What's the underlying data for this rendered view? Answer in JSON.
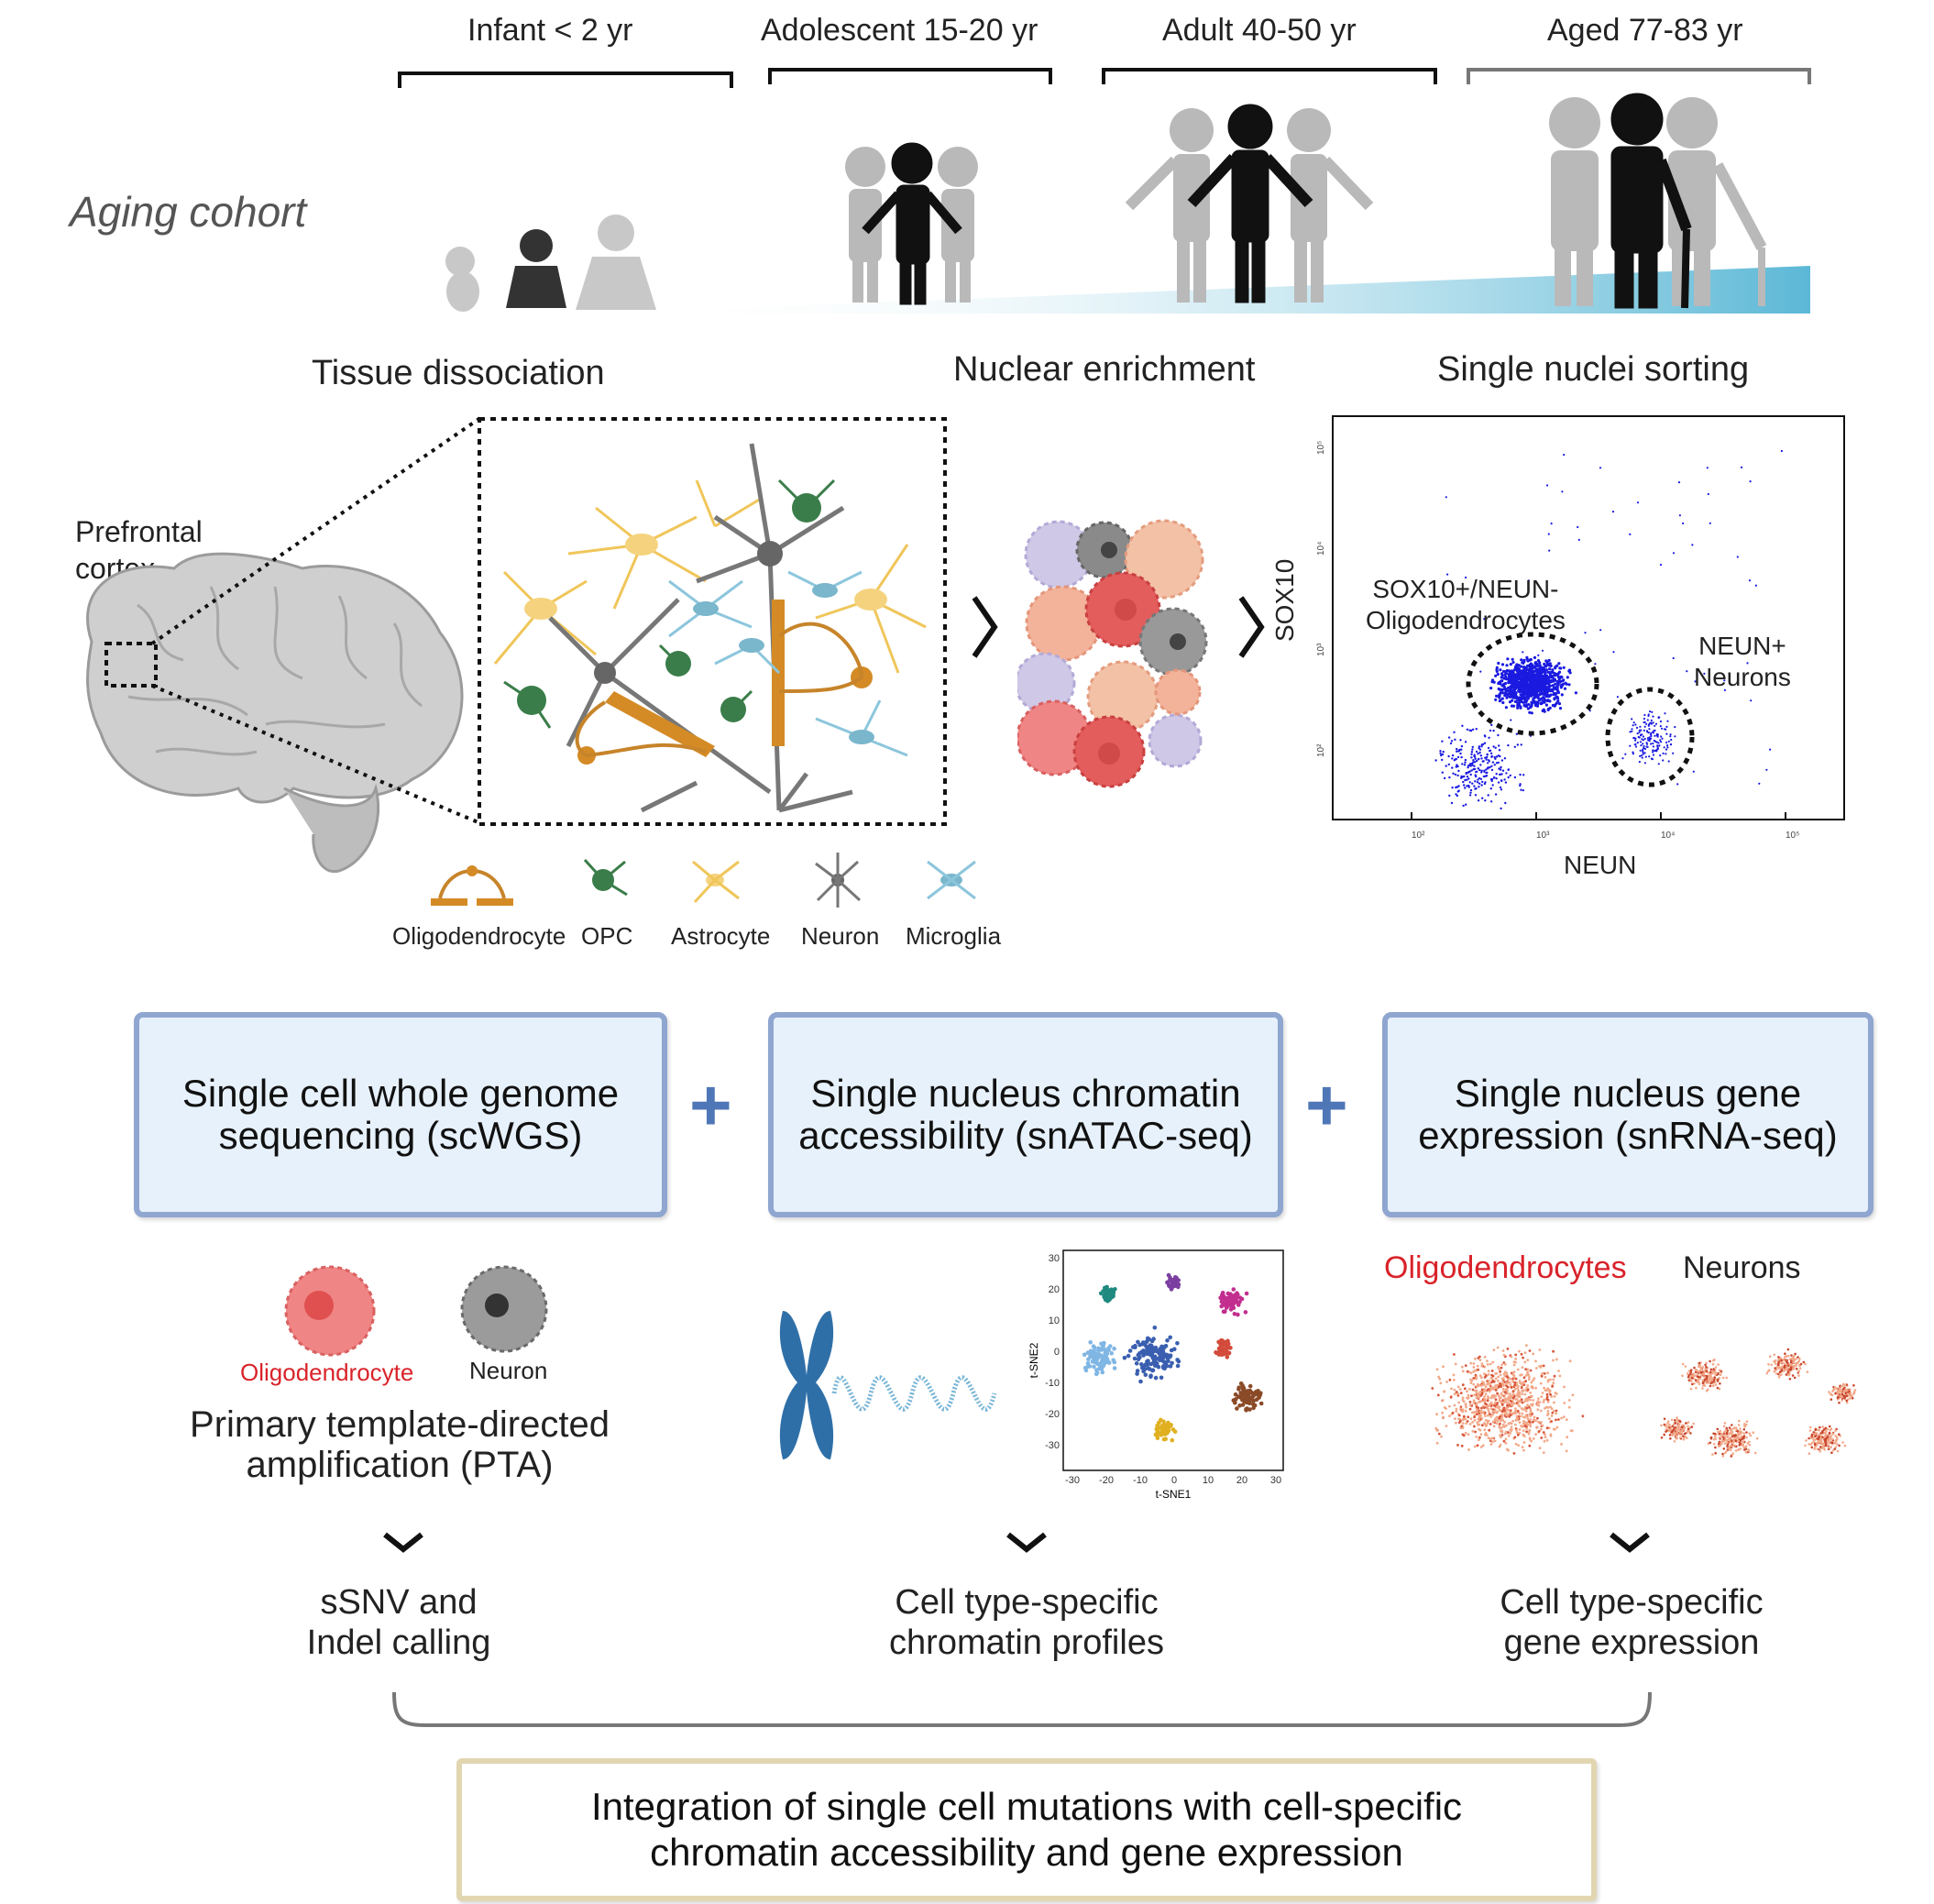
{
  "cohort": {
    "title": "Aging cohort",
    "groups": [
      {
        "label": "Infant < 2 yr"
      },
      {
        "label": "Adolescent  15-20 yr"
      },
      {
        "label": "Adult  40-50 yr"
      },
      {
        "label": "Aged 77-83 yr"
      }
    ]
  },
  "steps": {
    "tissue": "Tissue dissociation",
    "nuclear": "Nuclear enrichment",
    "sorting": "Single nuclei sorting"
  },
  "brain": {
    "label_line1": "Prefrontal",
    "label_line2": "cortex"
  },
  "cell_legend": [
    "Oligodendrocyte",
    "OPC",
    "Astrocyte",
    "Neuron",
    "Microglia"
  ],
  "flow_plot": {
    "y_label": "SOX10",
    "x_label": "NEUN",
    "gate1_line1": "SOX10+/NEUN-",
    "gate1_line2": "Oligodendrocytes",
    "gate2_line1": "NEUN+",
    "gate2_line2": "Neurons"
  },
  "boxes": [
    {
      "line1": "Single cell whole genome",
      "line2": "sequencing (scWGS)"
    },
    {
      "line1": "Single nucleus chromatin",
      "line2": "accessibility (snATAC-seq)"
    },
    {
      "line1": "Single nucleus gene",
      "line2": "expression (snRNA-seq)"
    }
  ],
  "plus_sign": "+",
  "scwgs": {
    "cell1": "Oligodendrocyte",
    "cell2": "Neuron",
    "method_line1": "Primary template-directed",
    "method_line2": "amplification (PTA)"
  },
  "tsne": {
    "x_label": "t-SNE1",
    "y_label": "t-SNE2",
    "y_ticks": [
      "30",
      "20",
      "10",
      "0",
      "-10",
      "-20",
      "-30"
    ],
    "x_ticks": [
      "-30",
      "-20",
      "-10",
      "0",
      "10",
      "20",
      "30"
    ]
  },
  "rna": {
    "label1": "Oligodendrocytes",
    "label2": "Neurons"
  },
  "outputs": [
    {
      "line1": "sSNV and",
      "line2": "Indel calling"
    },
    {
      "line1": "Cell type-specific",
      "line2": "chromatin profiles"
    },
    {
      "line1": "Cell type-specific",
      "line2": "gene expression"
    }
  ],
  "final": {
    "line1": "Integration of single cell mutations with cell-specific",
    "line2": "chromatin accessibility and gene expression"
  },
  "colors": {
    "box_fill": "#e7f1fb",
    "box_border": "#8fa6d0",
    "plus": "#4f77b7",
    "oligo_red": "#d9232a",
    "final_border": "#e2d6b1",
    "gradient": "#6bbfd8"
  }
}
